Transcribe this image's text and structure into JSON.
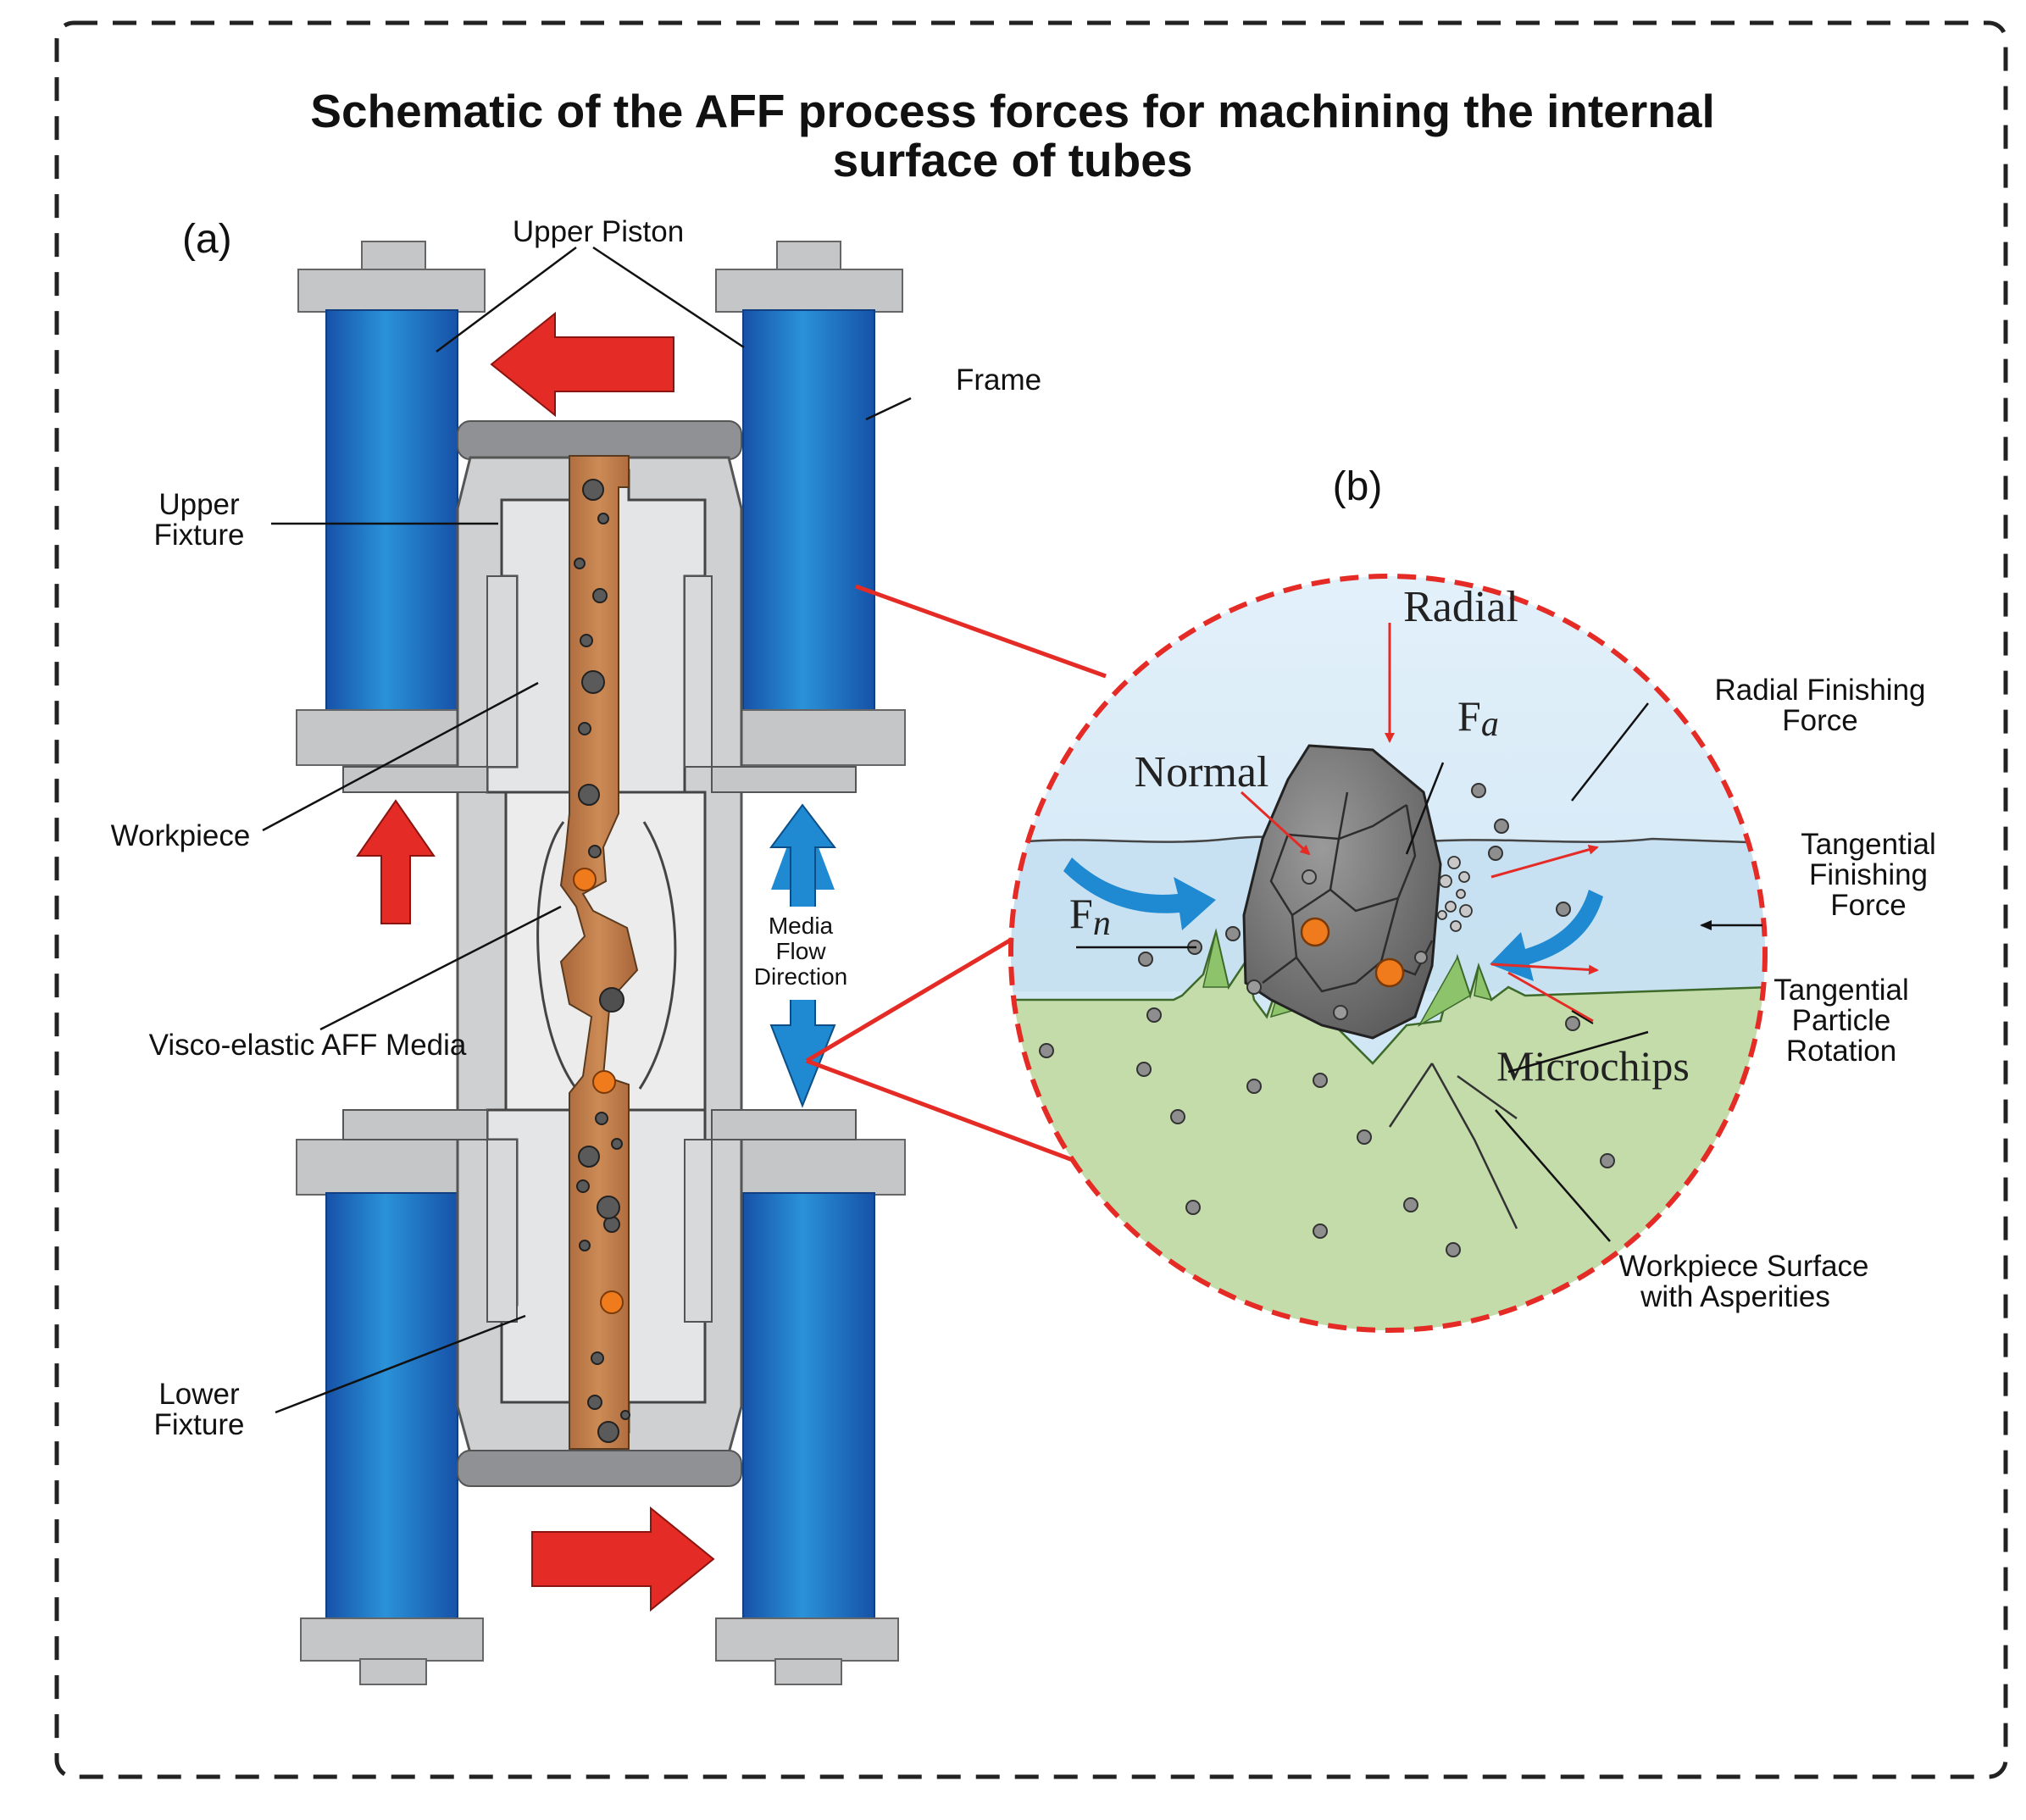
{
  "title": {
    "line1": "Schematic of the AFF process forces for machining the internal",
    "line2": "surface of tubes"
  },
  "panel_a": {
    "label": "(a)",
    "upper_piston": "Upper Piston",
    "frame": "Frame",
    "upper_fixture_line1": "Upper",
    "upper_fixture_line2": "Fixture",
    "workpiece": "Workpiece",
    "media": "Visco-elastic AFF Media",
    "lower_fixture_line1": "Lower",
    "lower_fixture_line2": "Fixture",
    "flow_line1": "Media",
    "flow_line2": "Flow",
    "flow_line3": "Direction"
  },
  "panel_b": {
    "label": "(b)",
    "radial": "Radial",
    "fa_main": "F",
    "fa_sub": "a",
    "normal": "Normal",
    "fn_main": "F",
    "fn_sub": "n",
    "microchips": "Microchips",
    "radial_finishing_line1": "Radial Finishing",
    "radial_finishing_line2": "Force",
    "tangential_finishing_line1": "Tangential",
    "tangential_finishing_line2": "Finishing",
    "tangential_finishing_line3": "Force",
    "tangential_rotation_line1": "Tangential",
    "tangential_rotation_line2": "Particle",
    "tangential_rotation_line3": "Rotation",
    "surface_line1": "Workpiece Surface",
    "surface_line2": "with Asperities"
  },
  "colors": {
    "border": "#222222",
    "cylinder_blue": "#1e6fc7",
    "cap_gray": "#c4c6c8",
    "fixture_gray": "#cfd0d1",
    "media_brown": "#c07d4a",
    "force_red": "#e52b25",
    "flow_blue": "#1f8ad2",
    "fluid_blue": "#d3e8f5",
    "surface_green": "#c3dcaa",
    "grit_gray": "#808080",
    "grit_orange": "#f07b1c"
  }
}
